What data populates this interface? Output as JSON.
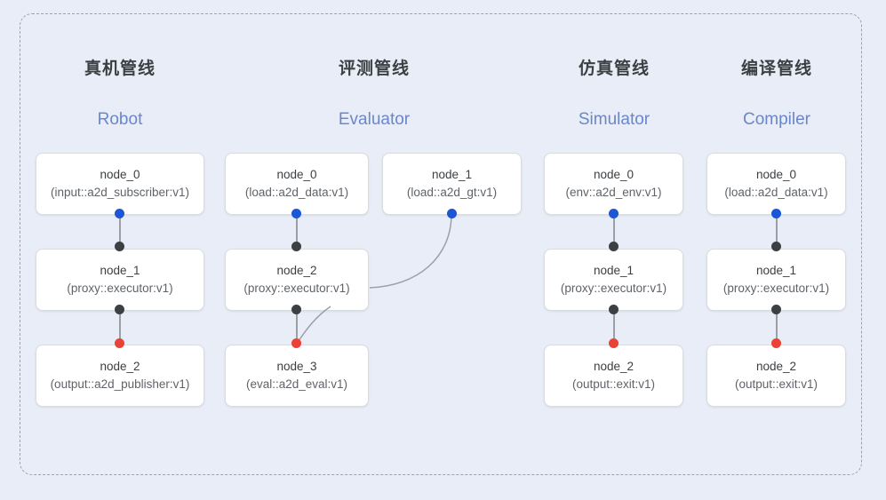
{
  "diagram": {
    "background_color": "#e8edf7",
    "frame_border_color": "#9aa2b1",
    "accent_color": "#6b87c9",
    "port_colors": {
      "input": "#1a56d6",
      "middle": "#3c4043",
      "output": "#ea4335"
    }
  },
  "columns": [
    {
      "title_cn": "真机管线",
      "title_en": "Robot",
      "nodes": [
        {
          "name": "node_0",
          "spec": "(input::a2d_subscriber:v1)"
        },
        {
          "name": "node_1",
          "spec": "(proxy::executor:v1)"
        },
        {
          "name": "node_2",
          "spec": "(output::a2d_publisher:v1)"
        }
      ]
    },
    {
      "title_cn": "评测管线",
      "title_en": "Evaluator",
      "nodes": [
        {
          "name": "node_0",
          "spec": "(load::a2d_data:v1)"
        },
        {
          "name": "node_1",
          "spec": "(load::a2d_gt:v1)"
        },
        {
          "name": "node_2",
          "spec": "(proxy::executor:v1)"
        },
        {
          "name": "node_3",
          "spec": "(eval::a2d_eval:v1)"
        }
      ]
    },
    {
      "title_cn": "仿真管线",
      "title_en": "Simulator",
      "nodes": [
        {
          "name": "node_0",
          "spec": "(env::a2d_env:v1)"
        },
        {
          "name": "node_1",
          "spec": "(proxy::executor:v1)"
        },
        {
          "name": "node_2",
          "spec": "(output::exit:v1)"
        }
      ]
    },
    {
      "title_cn": "编译管线",
      "title_en": "Compiler",
      "nodes": [
        {
          "name": "node_0",
          "spec": "(load::a2d_data:v1)"
        },
        {
          "name": "node_1",
          "spec": "(proxy::executor:v1)"
        },
        {
          "name": "node_2",
          "spec": "(output::exit:v1)"
        }
      ]
    }
  ]
}
